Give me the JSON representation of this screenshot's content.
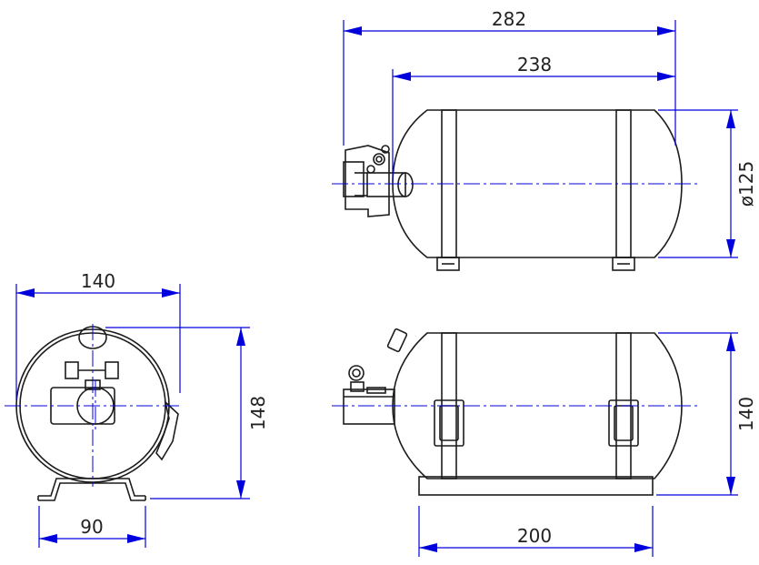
{
  "colors": {
    "outline": "#1c1c1c",
    "dimension": "#0000dd",
    "centerline": "#0000dd",
    "background": "#ffffff"
  },
  "dimensions": {
    "top_overall_length": "282",
    "top_body_length": "238",
    "top_diameter": "ø125",
    "end_width": "140",
    "end_height": "148",
    "end_foot_span": "90",
    "side_height": "140",
    "side_base_length": "200"
  }
}
